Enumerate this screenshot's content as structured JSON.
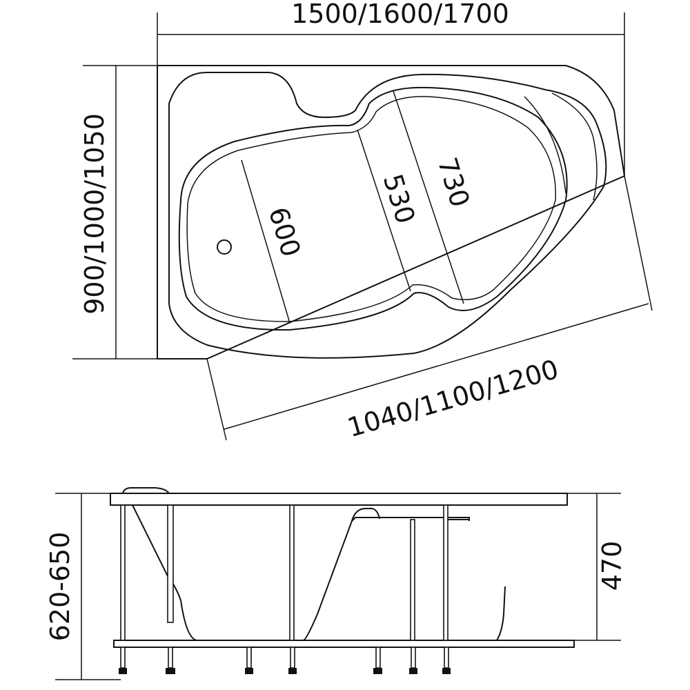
{
  "top_view": {
    "length_label": "1500/1600/1700",
    "width_label": "900/1000/1050",
    "diagonal_label": "1040/1100/1200",
    "inner_dims": {
      "d600": "600",
      "d530": "530",
      "d730": "730"
    }
  },
  "side_view": {
    "height_label": "620-650",
    "depth_label": "470"
  }
}
